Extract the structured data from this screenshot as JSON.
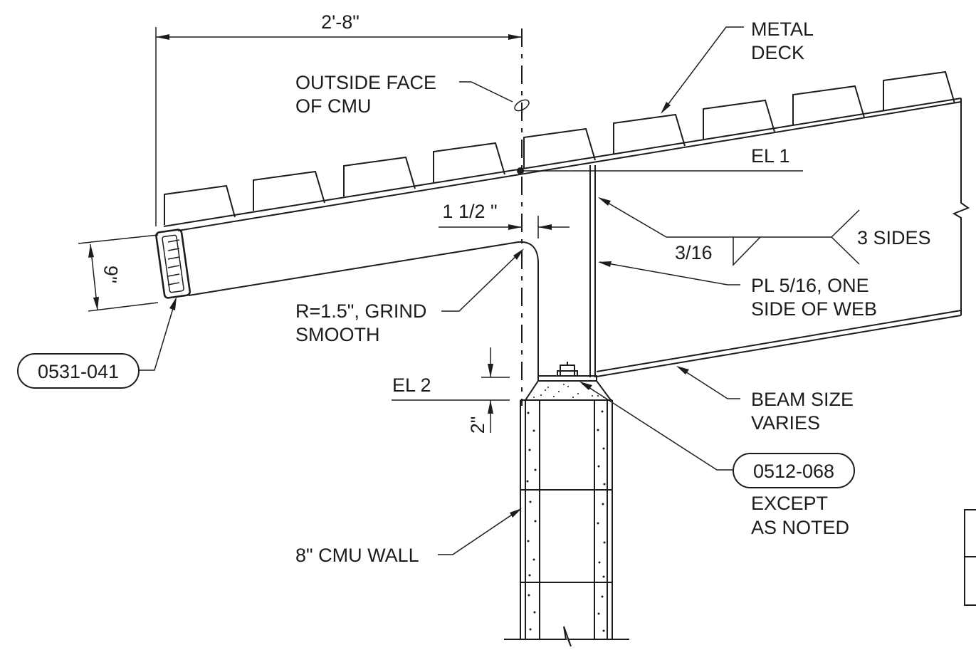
{
  "labels": {
    "dim_overall": "2'-8\"",
    "metal_deck_1": "METAL",
    "metal_deck_2": "DECK",
    "outside_face_1": "OUTSIDE FACE",
    "outside_face_2": "OF CMU",
    "el1": "EL 1",
    "dim_offset": "1 1/2 \"",
    "weld_size": "3/16",
    "weld_sides": "3 SIDES",
    "plate_1": "PL 5/16, ONE",
    "plate_2": "SIDE OF WEB",
    "dim_depth": "9\"",
    "radius_1": "R=1.5\", GRIND",
    "radius_2": "SMOOTH",
    "el2": "EL 2",
    "dim_two": "2\"",
    "beam_1": "BEAM SIZE",
    "beam_2": "VARIES",
    "except_1": "EXCEPT",
    "except_2": "AS NOTED",
    "cmu_wall": "8\" CMU WALL"
  },
  "callouts": {
    "joist_tag": "0531-041",
    "bearing_tag": "0512-068"
  }
}
